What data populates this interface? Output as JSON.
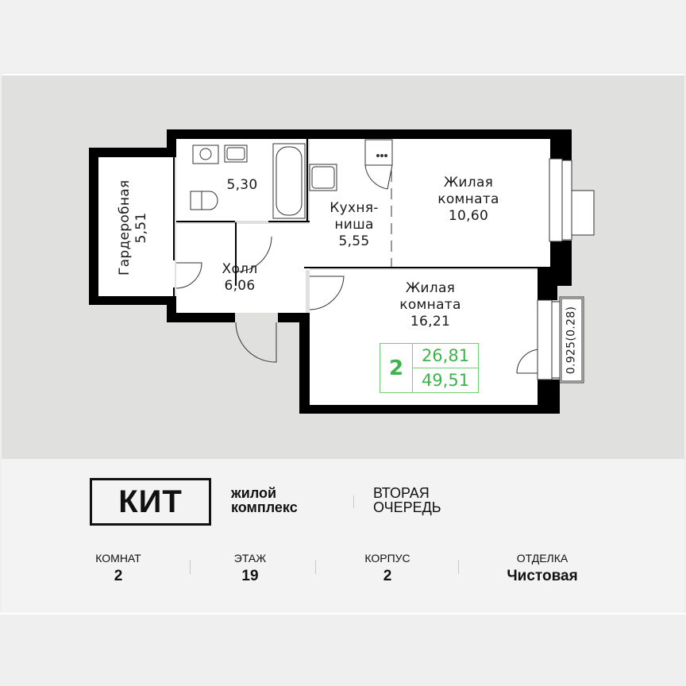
{
  "plan": {
    "rooms": [
      {
        "id": "wardrobe",
        "name": "Гардеробная",
        "area": "5,51"
      },
      {
        "id": "bathroom",
        "name": "",
        "area": "5,30"
      },
      {
        "id": "kitchen",
        "name_line1": "Кухня-",
        "name_line2": "ниша",
        "area": "5,55"
      },
      {
        "id": "living-1",
        "name_line1": "Жилая",
        "name_line2": "комната",
        "area": "10,60"
      },
      {
        "id": "hall",
        "name": "Холл",
        "area": "6,06"
      },
      {
        "id": "living-2",
        "name_line1": "Жилая",
        "name_line2": "комната",
        "area": "16,21"
      }
    ],
    "balcony_label": "0.925(0.28)",
    "summary": {
      "rooms": "2",
      "living_area": "26,81",
      "total_area": "49,51",
      "accent_color": "#3cb44a"
    }
  },
  "brand": {
    "logo": "КИТ",
    "subtitle_line1": "жилой",
    "subtitle_line2": "комплекс",
    "phase_line1": "ВТОРАЯ",
    "phase_line2": "ОЧЕРЕДЬ"
  },
  "stats": [
    {
      "label": "КОМНАТ",
      "value": "2"
    },
    {
      "label": "ЭТАЖ",
      "value": "19"
    },
    {
      "label": "КОРПУС",
      "value": "2"
    },
    {
      "label": "ОТДЕЛКА",
      "value": "Чистовая"
    }
  ]
}
